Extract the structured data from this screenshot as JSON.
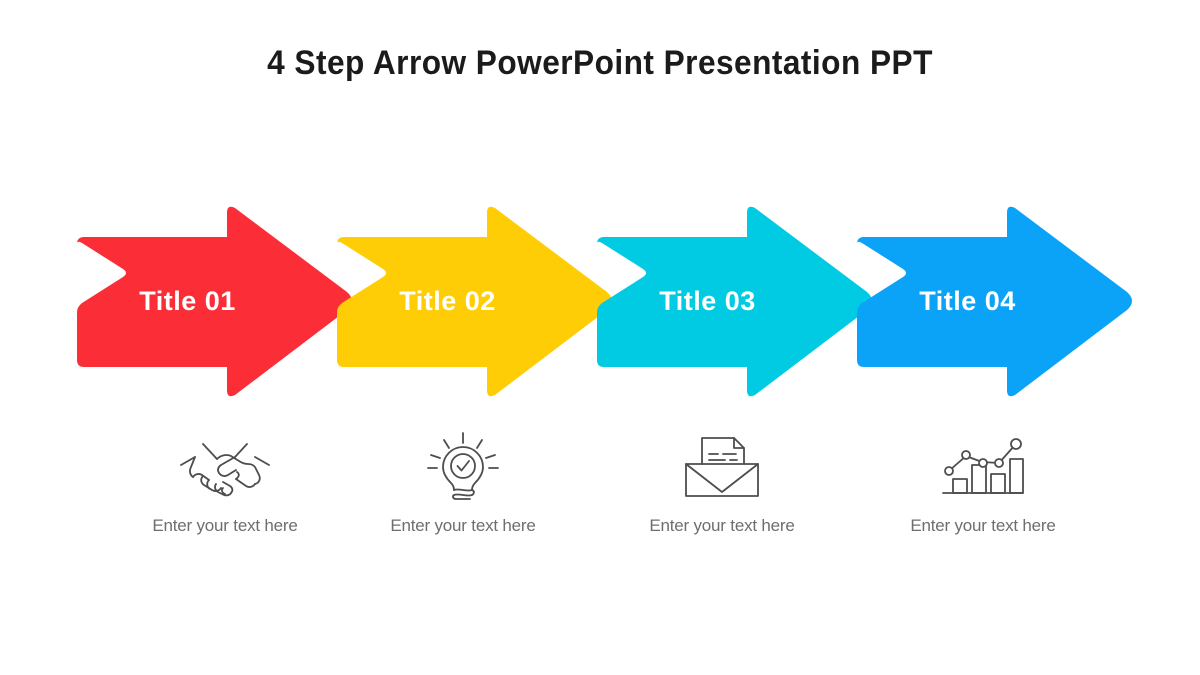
{
  "slide": {
    "title": "4 Step Arrow PowerPoint Presentation PPT",
    "background_color": "#FFFFFF",
    "title_color": "#1B1B1B"
  },
  "steps": [
    {
      "label": "Title  01",
      "color": "#FB2E38",
      "icon": "handshake-icon",
      "caption": "Enter your text here"
    },
    {
      "label": "Title  02",
      "color": "#FFCD05",
      "icon": "lightbulb-check-icon",
      "caption": "Enter your text here"
    },
    {
      "label": "Title  03",
      "color": "#00CBE3",
      "icon": "open-envelope-letter-icon",
      "caption": "Enter your text here"
    },
    {
      "label": "Title  04",
      "color": "#0AA3F7",
      "icon": "growth-bar-chart-icon",
      "caption": "Enter your text here"
    }
  ],
  "icon_stroke_color": "#4D4D4D",
  "caption_color": "#6E6E6E",
  "label_color": "#FFFFFF"
}
